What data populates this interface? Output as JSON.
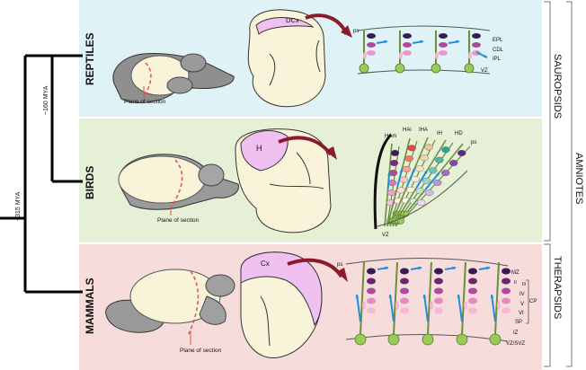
{
  "tree": {
    "node_outer": "~315 MYA",
    "node_inner": "~160 MYA"
  },
  "rows": [
    {
      "id": "reptiles",
      "name": "REPTILES",
      "plane_label": "Plane of section",
      "region_label": "DCx",
      "marker_top": "ps",
      "layers": [
        "EPL",
        "CDL",
        "IPL"
      ],
      "marker_bottom": "VZ",
      "background": "#dff3f7"
    },
    {
      "id": "birds",
      "name": "BIRDS",
      "plane_label": "Plane of section",
      "region_label": "H",
      "regions": [
        "HAm",
        "HAi",
        "IHA",
        "IH",
        "HD"
      ],
      "marker_top": "ps",
      "marker_bottom": "VZ",
      "background": "#e5f0d6"
    },
    {
      "id": "mammals",
      "name": "MAMMALS",
      "plane_label": "Plane of section",
      "region_label": "Cx",
      "marker_top": "ps",
      "layers": [
        "MZ",
        "II",
        "III",
        "IV",
        "V",
        "VI",
        "SP",
        "IZ",
        "VZ/SVZ"
      ],
      "cp_label": "CP",
      "background": "#f7dcdc"
    }
  ],
  "groups": {
    "sauropsids": "SAUROPSIDS",
    "amniotes": "AMNIOTES",
    "therapsids": "THERAPSIDS"
  },
  "colors": {
    "arrow": "#8b1a2b",
    "blue_arrow": "#1e90d6",
    "cell_green": "#9acb5a",
    "fiber": "#6a8f3a",
    "region_pink": "#f0c0f0",
    "brain_fill": "#f8f3d9"
  }
}
